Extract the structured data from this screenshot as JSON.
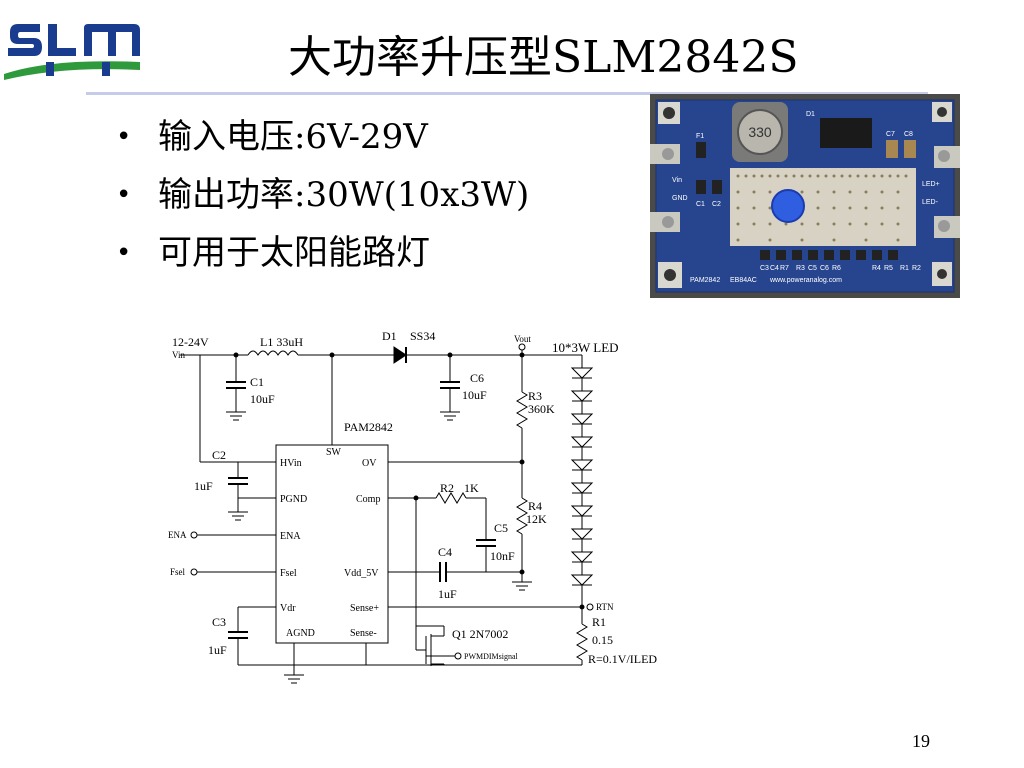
{
  "logo": {
    "text": "SLM",
    "colors": {
      "blue": "#1a3c8f",
      "green": "#2f9a3c"
    }
  },
  "slide": {
    "title": "大功率升压型SLM2842S",
    "bullets": [
      "输入电压:6V-29V",
      "输出功率:30W(10x3W)",
      "可用于太阳能路灯"
    ],
    "page_number": "19"
  },
  "board_photo": {
    "inductor_mark": "330",
    "labels": [
      "F1",
      "D1",
      "C7",
      "C8",
      "Vin",
      "GND",
      "C1",
      "C2",
      "LED+",
      "LED-",
      "C3",
      "C4",
      "R7",
      "R3",
      "C5",
      "C6",
      "R6",
      "R4",
      "R5",
      "R1",
      "R2",
      "PAM2842",
      "EB84AC",
      "www.poweranalog.com"
    ]
  },
  "schematic": {
    "vin_voltage": "12-24V",
    "vin_pin": "Vin",
    "l1": "L1  33uH",
    "d1": "D1",
    "d1_part": "SS34",
    "vout": "Vout",
    "led_string": "10*3W LED",
    "c1": "C1",
    "c1_val": "10uF",
    "c6": "C6",
    "c6_val": "10uF",
    "r3": "R3",
    "r3_val": "360K",
    "ic_name": "PAM2842",
    "pin_sw": "SW",
    "pin_hvin": "HVin",
    "pin_ov": "OV",
    "pin_pgnd": "PGND",
    "pin_comp": "Comp",
    "pin_ena": "ENA",
    "pin_fsel": "Fsel",
    "pin_vdd": "Vdd_5V",
    "pin_vdr": "Vdr",
    "pin_sensep": "Sense+",
    "pin_agnd": "AGND",
    "pin_sensen": "Sense-",
    "c2": "C2",
    "c2_val": "1uF",
    "r2": "R2",
    "r2_val": "1K",
    "r4": "R4",
    "r4_val": "12K",
    "c5": "C5",
    "c5_val": "10nF",
    "c4": "C4",
    "c4_val": "1uF",
    "ena_ext": "ENA",
    "fsel_ext": "Fsel",
    "c3": "C3",
    "c3_val": "1uF",
    "q1": "Q1  2N7002",
    "pwm": "PWMDIMsignal",
    "rtn": "RTN",
    "r1": "R1",
    "r1_val": "0.15",
    "r1_formula": "R=0.1V/ILED"
  }
}
